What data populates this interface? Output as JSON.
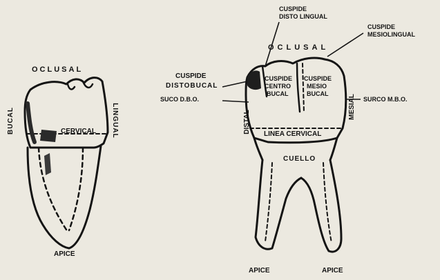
{
  "figure": {
    "background": "#ece9e0",
    "ink": "#141414",
    "left_tooth": {
      "occlusal": "OCLUSAL",
      "buccal": "BUCAL",
      "lingual": "LINGUAL",
      "cervical": "CERVICAL",
      "apex": "APICE"
    },
    "right_tooth": {
      "distolingual_cusp_1": "CUSPIDE",
      "distolingual_cusp_2": "DISTO LINGUAL",
      "mesiolingual_cusp_1": "CUSPIDE",
      "mesiolingual_cusp_2": "MESIOLINGUAL",
      "occlusal": "OCLUSAL",
      "distobuccal_cusp_1": "CUSPIDE",
      "distobuccal_cusp_2": "DISTOBUCAL",
      "dbo_groove": "SUCO D.B.O.",
      "centrobuccal_cusp_1": "CUSPIDE",
      "centrobuccal_cusp_2": "CENTRO",
      "centrobuccal_cusp_3": "BUCAL",
      "mesiobuccal_cusp_1": "CUSPIDE",
      "mesiobuccal_cusp_2": "MESIO",
      "mesiobuccal_cusp_3": "BUCAL",
      "mbo_groove": "SURCO M.B.O.",
      "distal": "DISTAL",
      "mesial": "MESIAL",
      "cervical_line": "LINEA CERVICAL",
      "neck": "CUELLO",
      "apex_left": "APICE",
      "apex_right": "APICE"
    }
  }
}
